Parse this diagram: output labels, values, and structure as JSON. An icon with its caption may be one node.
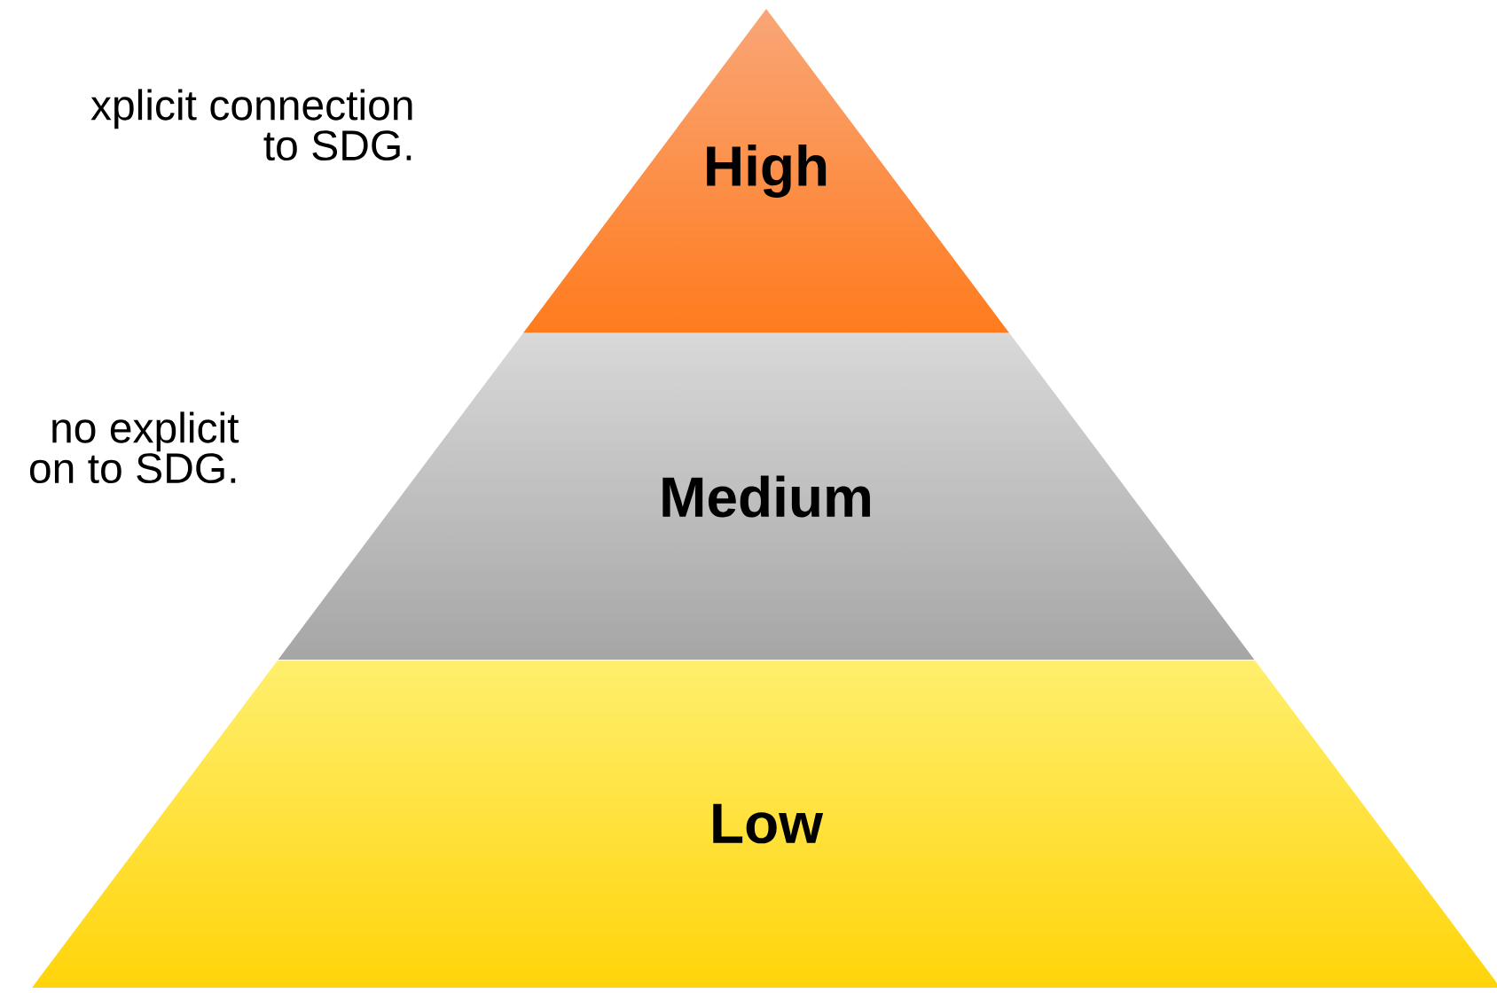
{
  "diagram": {
    "nodes": [
      {
        "text": [
          "High"
        ]
      },
      {
        "text": [
          "Medium"
        ]
      },
      {
        "text": [
          "Low"
        ]
      }
    ],
    "labels": [
      "xplicit connection to SDG.",
      "no explicit on to SDG."
    ]
  }
}
